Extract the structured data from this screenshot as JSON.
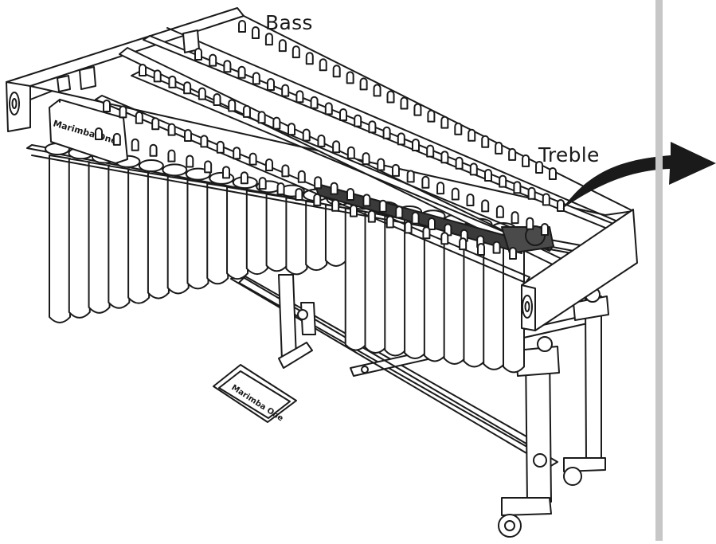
{
  "labels": {
    "bass": "Bass",
    "treble": "Treble"
  },
  "brand": {
    "resonator_logo": "Marimba One",
    "pedal_logo": "Marimba One"
  },
  "icons": {
    "arrow": "curved-arrow-right-icon"
  },
  "colors": {
    "line": "#1a1a1a",
    "fill": "#ffffff",
    "divider": "#c7c7c7",
    "arrow": "#1a1a1a"
  }
}
